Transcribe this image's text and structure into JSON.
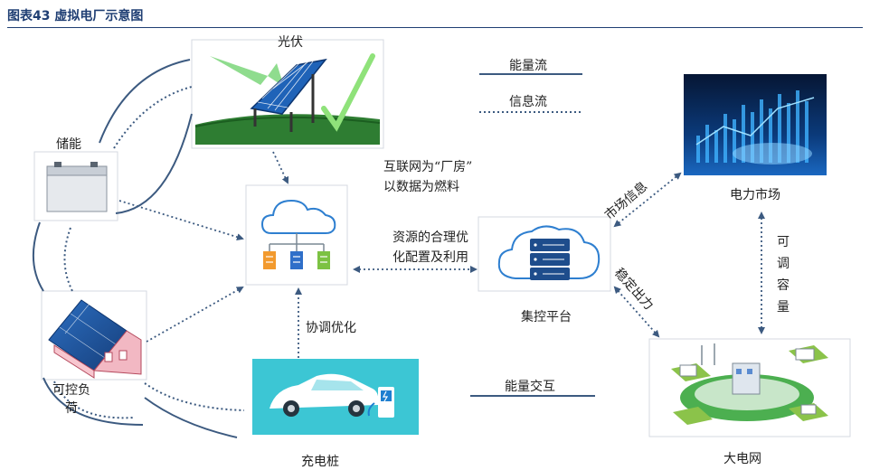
{
  "figure_title": "图表43 虚拟电厂示意图",
  "legend": {
    "energy_flow": "能量流",
    "info_flow": "信息流"
  },
  "nodes": {
    "solar": "光伏",
    "storage": "储能",
    "load": "可控负荷",
    "charging": "充电桩",
    "platform": "集控平台",
    "market": "电力市场",
    "grid": "大电网"
  },
  "annotations": {
    "internet_line1": "互联网为“厂房”",
    "internet_line2": "以数据为燃料",
    "resource_line1": "资源的合理优",
    "resource_line2": "化配置及利用",
    "coordinate": "协调优化",
    "market_info": "市场信息",
    "stable_output": "稳定出力",
    "adjustable_capacity": "可调容量",
    "energy_exchange": "能量交互"
  },
  "colors": {
    "title": "#1f3e73",
    "energy_line": "#3c5a80",
    "info_line": "#3c5a80",
    "panel_border": "#d4d9e0"
  }
}
